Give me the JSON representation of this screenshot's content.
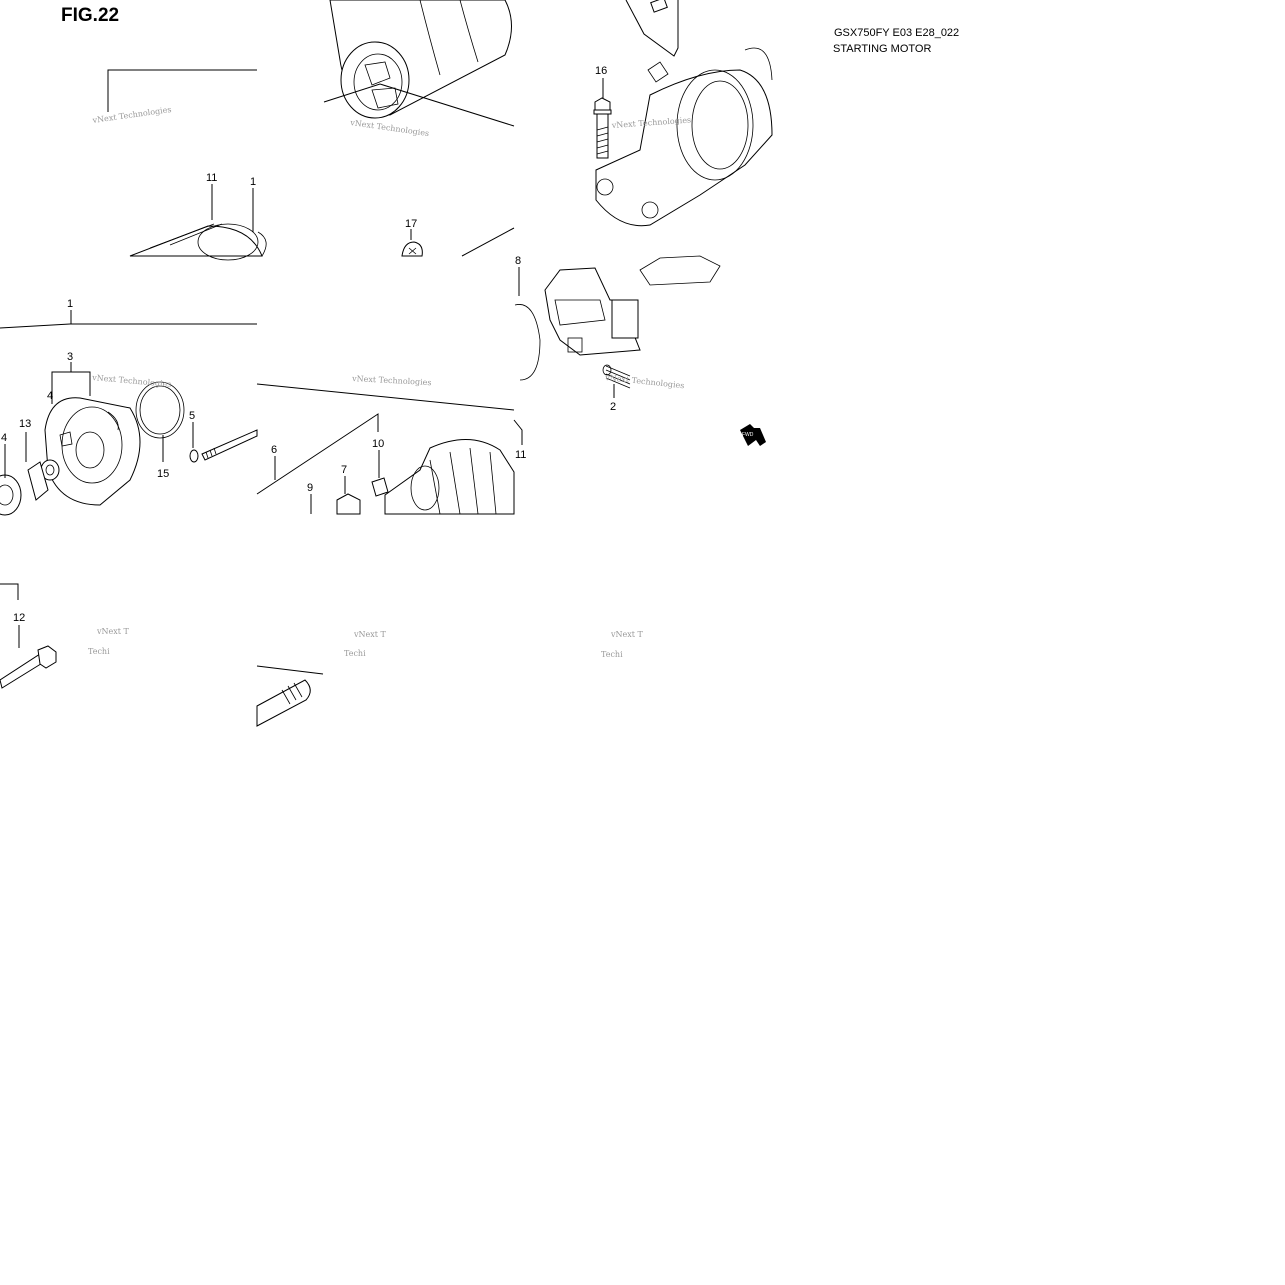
{
  "figure": {
    "title": "FIG.22",
    "model_code": "GSX750FY E03 E28_022",
    "subtitle": "STARTING MOTOR"
  },
  "watermark": {
    "line1": "vNext Technologies",
    "short1": "vNext T",
    "short2": "Techi"
  },
  "fwd_label": "FWD",
  "callouts": {
    "c1a": "1",
    "c1b": "1",
    "c2": "2",
    "c3": "3",
    "c4a": "4",
    "c4b": "4",
    "c5": "5",
    "c6": "6",
    "c7": "7",
    "c8": "8",
    "c9": "9",
    "c10": "10",
    "c11a": "11",
    "c11b": "11",
    "c12": "12",
    "c13": "13",
    "c15": "15",
    "c16": "16",
    "c17": "17"
  }
}
